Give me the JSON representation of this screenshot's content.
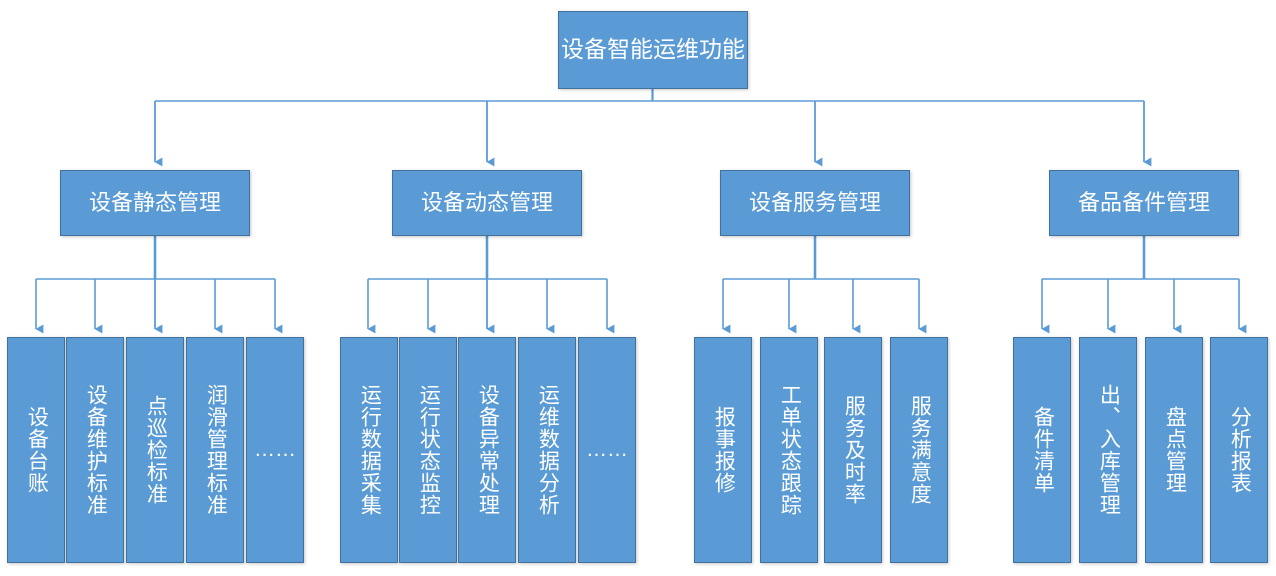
{
  "diagram": {
    "title": "设备智能运维功能",
    "type": "org-tree",
    "colors": {
      "node_fill": "#5B9BD5",
      "node_border": "#41719C",
      "connector": "#5B9BD5",
      "text": "#FFFFFF",
      "background": "#FFFFFF"
    },
    "root": {
      "label": "设备智能运维功能"
    },
    "branches": [
      {
        "label": "设备静态管理",
        "children": [
          {
            "label": "设备台账"
          },
          {
            "label": "设备维护标准"
          },
          {
            "label": "点巡检标准"
          },
          {
            "label": "润滑管理标准"
          },
          {
            "label": "……",
            "is_ellipsis": true
          }
        ]
      },
      {
        "label": "设备动态管理",
        "children": [
          {
            "label": "运行数据采集"
          },
          {
            "label": "运行状态监控"
          },
          {
            "label": "设备异常处理"
          },
          {
            "label": "运维数据分析"
          },
          {
            "label": "……",
            "is_ellipsis": true
          }
        ]
      },
      {
        "label": "设备服务管理",
        "children": [
          {
            "label": "报事报修"
          },
          {
            "label": "工单状态跟踪"
          },
          {
            "label": "服务及时率"
          },
          {
            "label": "服务满意度"
          }
        ]
      },
      {
        "label": "备品备件管理",
        "children": [
          {
            "label": "备件清单"
          },
          {
            "label": "出、入库管理"
          },
          {
            "label": "盘点管理"
          },
          {
            "label": "分析报表"
          }
        ]
      }
    ]
  }
}
